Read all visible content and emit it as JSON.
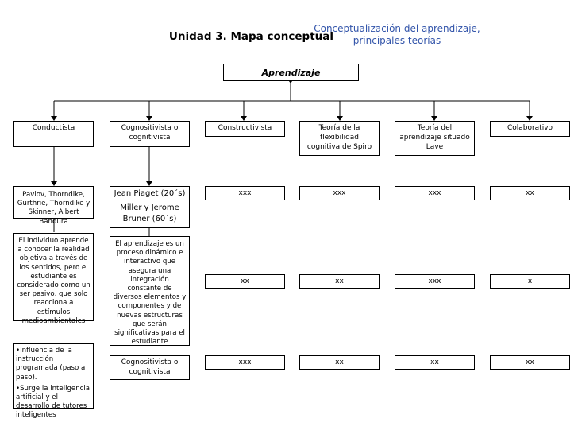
{
  "header": {
    "title": "Unidad 3. Mapa conceptual",
    "subtitle_line1": "Conceptualización del aprendizaje,",
    "subtitle_line2": "principales teorías"
  },
  "root": "Aprendizaje",
  "columns": [
    {
      "name": "Conductista",
      "authors": "Pavlov, Thorndike, Gurthrie, Thorndike y Skinner, Albert Bandura",
      "concept": "El individuo aprende a conocer la realidad objetiva a través de los sentidos, pero el estudiante es considerado como un ser pasivo, que solo reacciona a estímulos medioambientales"
    },
    {
      "name": "Cognositivista o cognitivista",
      "authors_line1": "Jean Piaget (20´s)",
      "authors_line2": "Miller y Jerome Bruner (60´s)",
      "concept": "El aprendizaje es un proceso dinámico e interactivo que asegura una integración constante de diversos elementos y componentes y de nuevas estructuras que serán significativas para el estudiante",
      "bottom": "Cognositivista o cognitivista"
    },
    {
      "name": "Constructivista",
      "authors": "xxx",
      "concept": "xx",
      "bottom": "xxx"
    },
    {
      "name": "Teoría de la flexibilidad cognitiva de Spiro",
      "authors": "xxx",
      "concept": "xx",
      "bottom": "xx"
    },
    {
      "name": "Teoría del aprendizaje situado Lave",
      "authors": "xxx",
      "concept": "xxx",
      "bottom": "xx"
    },
    {
      "name": "Colaborativo",
      "authors": "xx",
      "concept": "x",
      "bottom": "xx"
    }
  ],
  "notes": [
    "•Influencia de la instrucción programada (paso a paso).",
    "•Surge la inteligencia artificial y el desarrollo de tutores inteligentes"
  ]
}
